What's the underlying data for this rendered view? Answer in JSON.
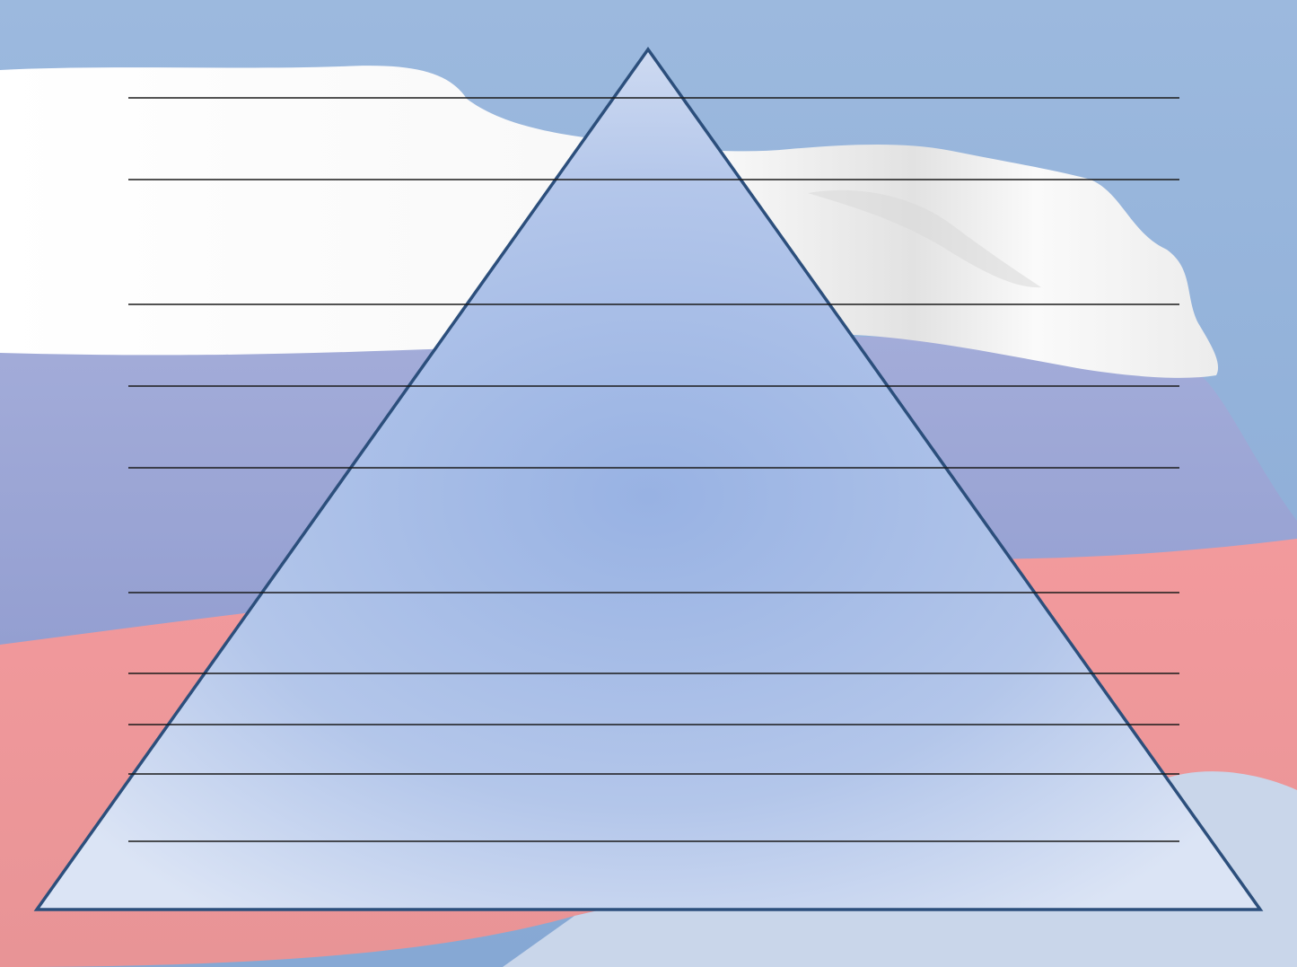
{
  "diagram": {
    "kind": "pyramid-worksheet",
    "background": "russian-flag-waving",
    "answer_line_count": 10
  },
  "colors": {
    "sky": "#8fb0d8",
    "flag_white": "#fbfbfb",
    "flag_blue": "#9aa6d6",
    "flag_red": "#f0979a",
    "pyramid_fill_center": "#98b2e3",
    "pyramid_fill_edge": "#d7e1f4",
    "pyramid_outline": "#2c4f7c",
    "answer_line": "#1a1a1a"
  }
}
